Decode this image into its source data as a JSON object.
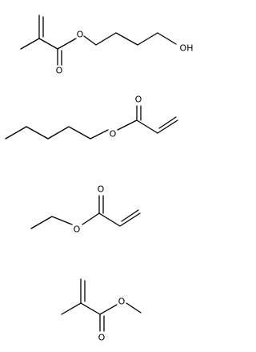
{
  "molecules": [
    {
      "labels": {
        "o_ester": "O",
        "o_carbonyl": "O",
        "oh": "OH"
      }
    },
    {
      "labels": {
        "o_carbonyl": "O",
        "o_ester": "O"
      }
    },
    {
      "labels": {
        "o_carbonyl": "O",
        "o_ester": "O"
      }
    },
    {
      "labels": {
        "o_ester": "O",
        "o_carbonyl": "O"
      }
    }
  ]
}
